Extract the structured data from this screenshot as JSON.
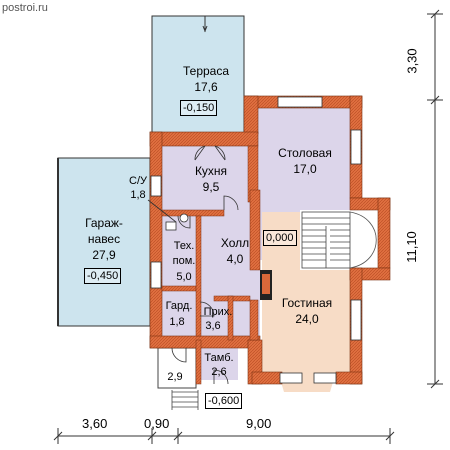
{
  "watermark": "postroi.ru",
  "rooms": {
    "terrace": {
      "name": "Терраса",
      "area": "17,6",
      "level": "-0,150"
    },
    "dining": {
      "name": "Столовая",
      "area": "17,0"
    },
    "kitchen": {
      "name": "Кухня",
      "area": "9,5"
    },
    "bathroom": {
      "name": "С/У",
      "area": "1,8"
    },
    "garage": {
      "name1": "Гараж-",
      "name2": "навес",
      "area": "27,9",
      "level": "-0,450"
    },
    "tech": {
      "name1": "Тех.",
      "name2": "пом.",
      "area": "5,0"
    },
    "hall": {
      "name": "Холл",
      "area": "4,0",
      "level": "0,000"
    },
    "living": {
      "name": "Гостиная",
      "area": "24,0"
    },
    "wardrobe": {
      "name": "Гард.",
      "area": "1,8"
    },
    "entry": {
      "name": "Прих.",
      "area": "3,6"
    },
    "vestibule": {
      "name": "Тамб.",
      "area": "2,6"
    },
    "porch": {
      "area": "2,9",
      "level": "-0,600"
    }
  },
  "dimensions": {
    "bottom": [
      "3,60",
      "0,90",
      "9,00"
    ],
    "right": [
      "3,30",
      "11,10"
    ]
  },
  "colors": {
    "wall": "#d9683a",
    "terrace": "#cde4ee",
    "garage": "#cde4ee",
    "dining": "#dcd5ea",
    "living": "#f7dcc6"
  }
}
